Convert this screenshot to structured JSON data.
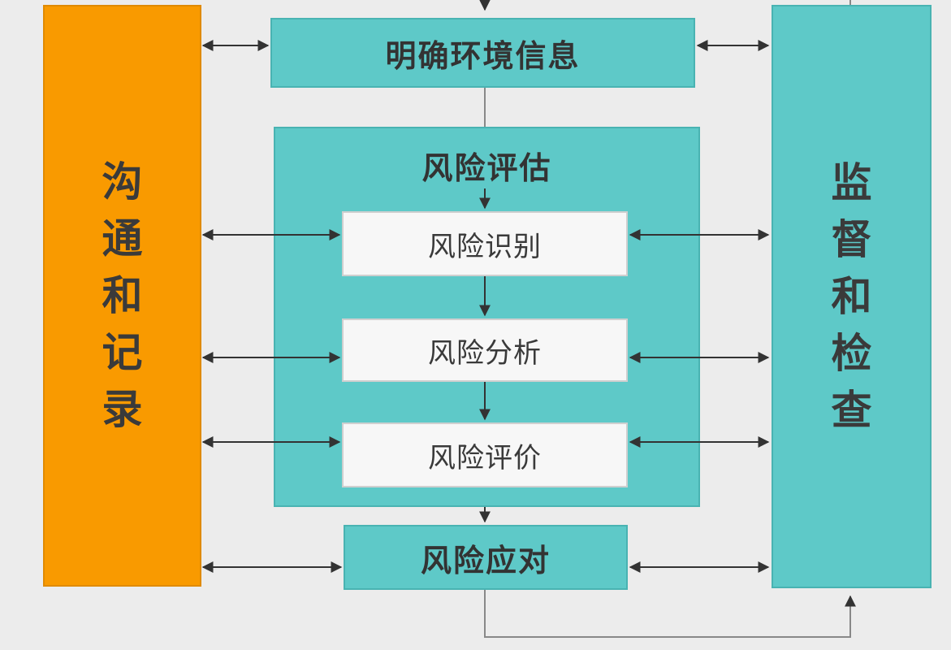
{
  "top_box": {
    "label": "明确环境信息"
  },
  "assessment": {
    "title": "风险评估",
    "steps": [
      {
        "label": "风险识别"
      },
      {
        "label": "风险分析"
      },
      {
        "label": "风险评价"
      }
    ]
  },
  "response_box": {
    "label": "风险应对"
  },
  "left_panel": {
    "chars": [
      "沟",
      "通",
      "和",
      "记",
      "录"
    ]
  },
  "right_panel": {
    "chars": [
      "监",
      "督",
      "和",
      "检",
      "查"
    ]
  },
  "colors": {
    "teal": "#5ec9c8",
    "orange": "#f99a00",
    "white_box": "#f7f7f7",
    "arrow": "#333333"
  }
}
